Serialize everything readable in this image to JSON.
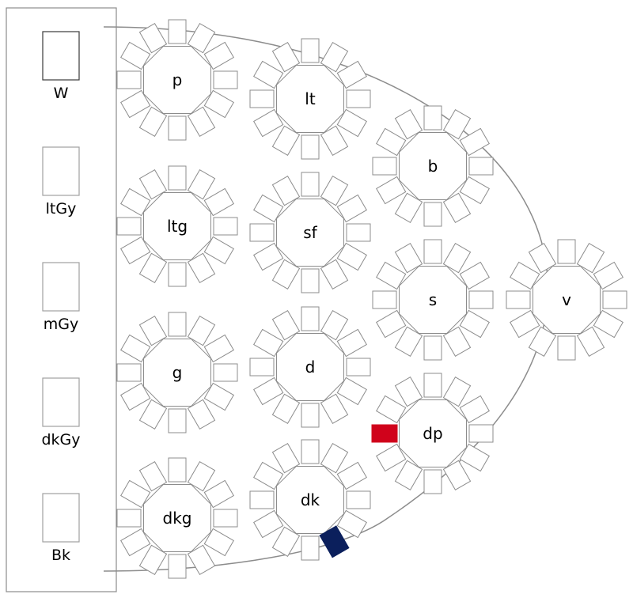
{
  "legend": [
    {
      "label": "W",
      "outline": "#3a3a3a"
    },
    {
      "label": "ltGy",
      "outline": "#a0a0a0"
    },
    {
      "label": "mGy",
      "outline": "#a0a0a0"
    },
    {
      "label": "dkGy",
      "outline": "#a0a0a0"
    },
    {
      "label": "Bk",
      "outline": "#a0a0a0"
    }
  ],
  "tables": [
    {
      "label": "p"
    },
    {
      "label": "ltg"
    },
    {
      "label": "g"
    },
    {
      "label": "dkg"
    },
    {
      "label": "lt"
    },
    {
      "label": "sf"
    },
    {
      "label": "d"
    },
    {
      "label": "dk"
    },
    {
      "label": "b"
    },
    {
      "label": "s"
    },
    {
      "label": "dp"
    },
    {
      "label": "v"
    }
  ],
  "highlights": {
    "red_seat": {
      "table": "dp",
      "color": "#d0021b"
    },
    "navy_seat": {
      "table": "dk",
      "color": "#0b1f5c"
    }
  },
  "colors": {
    "outline": "#8c8c8c",
    "text": "#000000"
  }
}
